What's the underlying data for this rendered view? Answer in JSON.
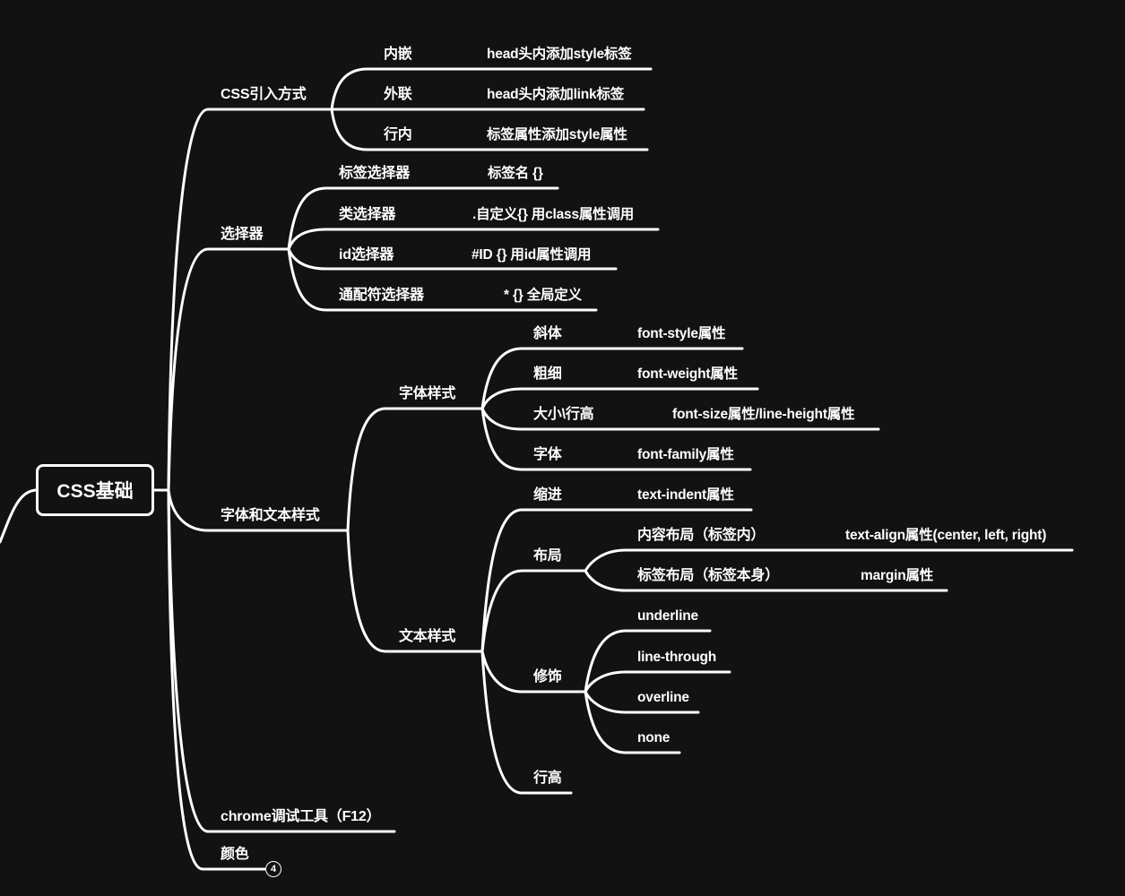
{
  "root": {
    "label": "CSS基础"
  },
  "branches": {
    "import": {
      "label": "CSS引入方式",
      "items": [
        {
          "label": "内嵌",
          "value": "head头内添加style标签"
        },
        {
          "label": "外联",
          "value": "head头内添加link标签"
        },
        {
          "label": "行内",
          "value": "标签属性添加style属性"
        }
      ]
    },
    "selectors": {
      "label": "选择器",
      "items": [
        {
          "label": "标签选择器",
          "value": "标签名 {}"
        },
        {
          "label": "类选择器",
          "value": ".自定义{}  用class属性调用"
        },
        {
          "label": "id选择器",
          "value": "#ID {}  用id属性调用"
        },
        {
          "label": "通配符选择器",
          "value": "* {} 全局定义"
        }
      ]
    },
    "font_text": {
      "label": "字体和文本样式",
      "font_style": {
        "label": "字体样式",
        "items": [
          {
            "label": "斜体",
            "value": "font-style属性"
          },
          {
            "label": "粗细",
            "value": "font-weight属性"
          },
          {
            "label": "大小\\行高",
            "value": "font-size属性/line-height属性"
          },
          {
            "label": "字体",
            "value": "font-family属性"
          }
        ]
      },
      "text_style": {
        "label": "文本样式",
        "indent": {
          "label": "缩进",
          "value": "text-indent属性"
        },
        "layout": {
          "label": "布局",
          "items": [
            {
              "label": "内容布局（标签内）",
              "value": "text-align属性(center, left, right)"
            },
            {
              "label": "标签布局（标签本身）",
              "value": "margin属性"
            }
          ]
        },
        "decoration": {
          "label": "修饰",
          "items": [
            "underline",
            "line-through",
            "overline",
            "none"
          ]
        },
        "line_height": {
          "label": "行高"
        }
      }
    },
    "devtools": {
      "label": "chrome调试工具（F12）"
    },
    "color": {
      "label": "颜色",
      "collapsed_count": "4"
    }
  },
  "colors": {
    "background": "#121212",
    "line": "#ffffff",
    "text": "#ffffff"
  }
}
